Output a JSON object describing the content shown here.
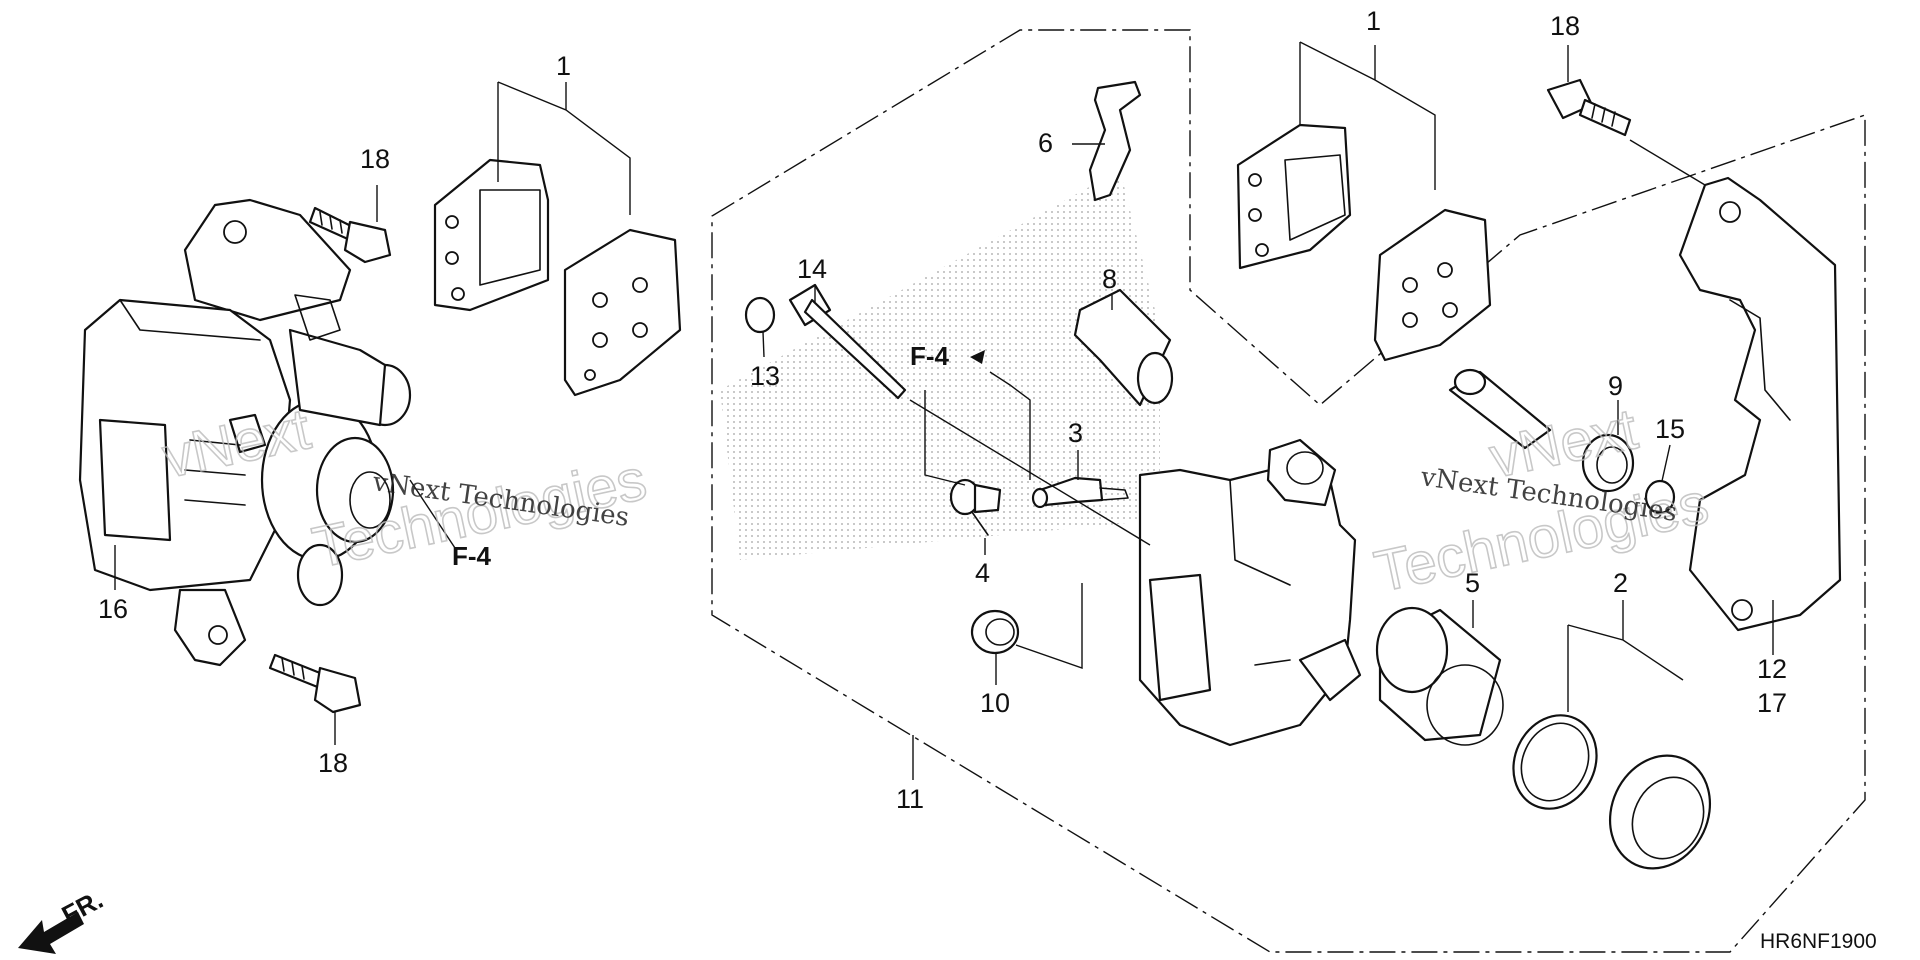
{
  "diagram": {
    "callouts": {
      "pad_left": "1",
      "pad_right": "1",
      "seal_2": "2",
      "bleeder_3": "3",
      "cap_4": "4",
      "piston_5": "5",
      "spring_6": "6",
      "pin_boot_8": "8",
      "pin_9": "9",
      "boot_10": "10",
      "caliper_11": "11",
      "bracket_12": "12",
      "bracket_17": "17",
      "plug_13": "13",
      "pad_pin_14": "14",
      "clip_15": "15",
      "caliper_assy_16": "16",
      "bolt_18_top_left": "18",
      "bolt_18_bottom_left": "18",
      "bolt_18_top_right": "18"
    },
    "references": {
      "f4_left": "F-4",
      "f4_center": "F-4"
    },
    "diagram_code": "HR6NF1900",
    "direction_label": "FR.",
    "watermark": {
      "text": "vNext Technologies",
      "outline_word_1": "vNext",
      "outline_word_2": "Technologies"
    }
  },
  "colors": {
    "line": "#111111",
    "background": "#ffffff",
    "stipple": "#888888"
  }
}
